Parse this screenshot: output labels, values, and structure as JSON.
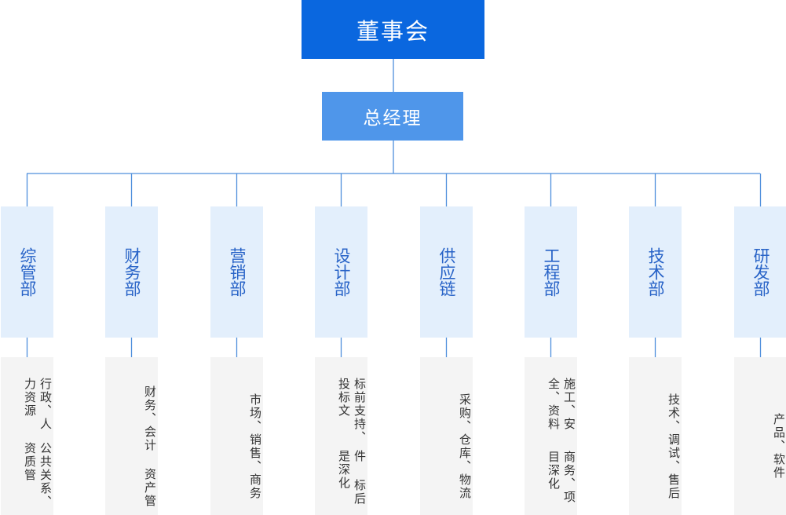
{
  "board": {
    "label": "董事会"
  },
  "general_manager": {
    "label": "总经理"
  },
  "departments": [
    {
      "name": "综管部",
      "duties": [
        "行政、人力资源",
        "公共关系、资质管"
      ]
    },
    {
      "name": "财务部",
      "duties": [
        "财务、会计 资产管"
      ]
    },
    {
      "name": "营销部",
      "duties": [
        "市场、销售、商务"
      ]
    },
    {
      "name": "设计部",
      "duties": [
        "标前支持、投标文",
        "件 标后是深化"
      ]
    },
    {
      "name": "供应链",
      "duties": [
        "采购、仓库、物流"
      ]
    },
    {
      "name": "工程部",
      "duties": [
        "施工、安全、资料",
        "商务、项目深化"
      ]
    },
    {
      "name": "技术部",
      "duties": [
        "技术、调试、售后"
      ]
    },
    {
      "name": "研发部",
      "duties": [
        "产品、软件"
      ]
    }
  ],
  "colors": {
    "board_bg": "#0a67df",
    "gm_bg": "#4f96ea",
    "dept_bg": "#e3effc",
    "dept_text": "#2863c7",
    "duty_bg": "#f4f4f4",
    "connector": "#4f8fdc"
  }
}
